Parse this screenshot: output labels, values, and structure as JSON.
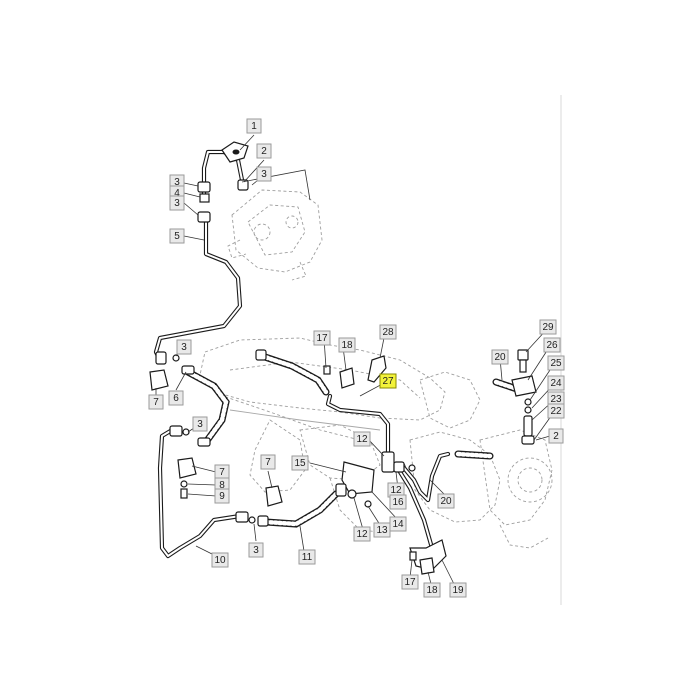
{
  "diagram": {
    "highlight_color": "#f2f23a",
    "callout_color": "#e9e9e9",
    "callouts": [
      {
        "label": "1"
      },
      {
        "label": "2"
      },
      {
        "label": "3"
      },
      {
        "label": "3"
      },
      {
        "label": "4"
      },
      {
        "label": "3"
      },
      {
        "label": "5"
      },
      {
        "label": "3"
      },
      {
        "label": "7"
      },
      {
        "label": "6"
      },
      {
        "label": "3"
      },
      {
        "label": "7"
      },
      {
        "label": "8"
      },
      {
        "label": "9"
      },
      {
        "label": "10"
      },
      {
        "label": "3"
      },
      {
        "label": "11"
      },
      {
        "label": "7"
      },
      {
        "label": "15"
      },
      {
        "label": "12"
      },
      {
        "label": "12"
      },
      {
        "label": "16"
      },
      {
        "label": "12"
      },
      {
        "label": "13"
      },
      {
        "label": "14"
      },
      {
        "label": "17"
      },
      {
        "label": "18"
      },
      {
        "label": "28"
      },
      {
        "label": "27",
        "highlighted": true
      },
      {
        "label": "20"
      },
      {
        "label": "20"
      },
      {
        "label": "29"
      },
      {
        "label": "26"
      },
      {
        "label": "25"
      },
      {
        "label": "24"
      },
      {
        "label": "23"
      },
      {
        "label": "22"
      },
      {
        "label": "2"
      },
      {
        "label": "17"
      },
      {
        "label": "18"
      },
      {
        "label": "19"
      }
    ]
  }
}
